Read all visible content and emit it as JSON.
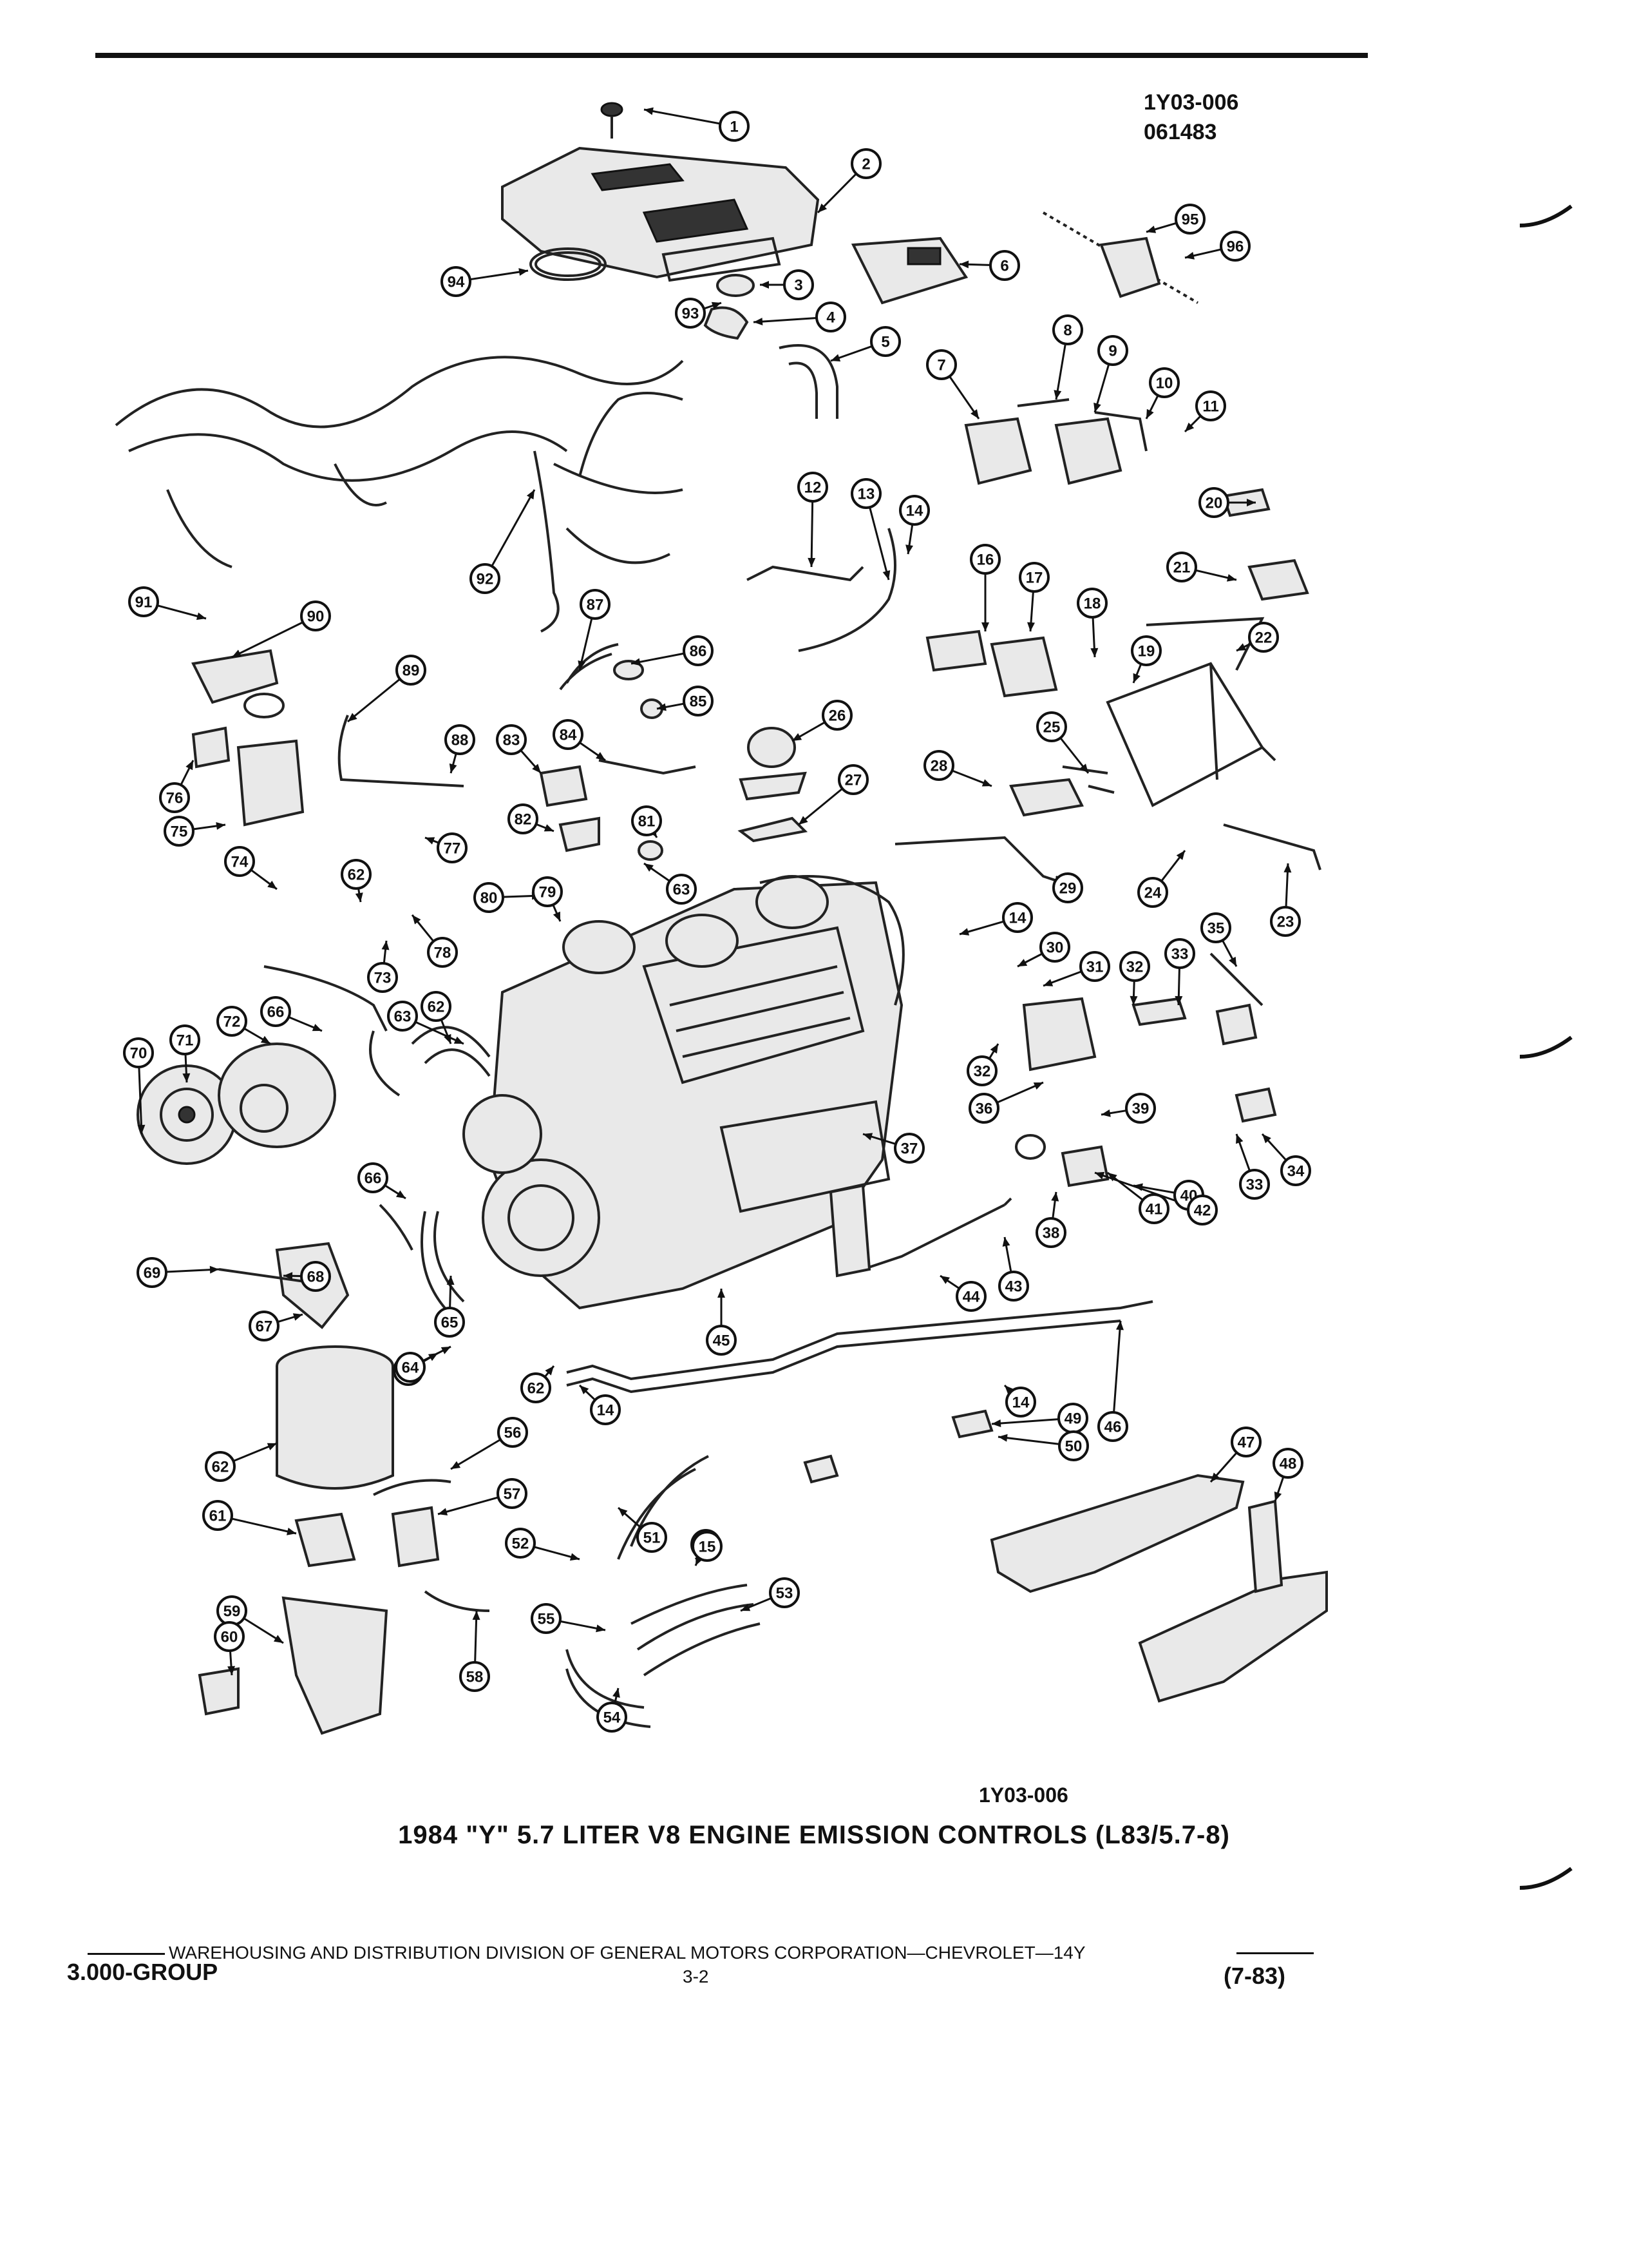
{
  "header": {
    "figure_id": "1Y03-006",
    "date_code": "061483"
  },
  "figure_id_bottom": "1Y03-006",
  "caption": "1984 \"Y\" 5.7 LITER V8 ENGINE EMISSION CONTROLS (L83/5.7-8)",
  "footer": {
    "division": "WAREHOUSING AND DISTRIBUTION  DIVISION OF GENERAL MOTORS CORPORATION—CHEVROLET—14Y",
    "group": "3.000-GROUP",
    "page": "3-2",
    "date": "(7-83)"
  },
  "callouts": [
    "1",
    "2",
    "3",
    "4",
    "5",
    "6",
    "7",
    "8",
    "9",
    "10",
    "11",
    "12",
    "13",
    "14",
    "14",
    "14",
    "14",
    "14",
    "15",
    "16",
    "17",
    "18",
    "19",
    "20",
    "21",
    "22",
    "23",
    "24",
    "25",
    "26",
    "27",
    "28",
    "29",
    "30",
    "31",
    "32",
    "32",
    "33",
    "33",
    "34",
    "35",
    "36",
    "37",
    "38",
    "39",
    "40",
    "41",
    "42",
    "43",
    "44",
    "45",
    "46",
    "47",
    "48",
    "49",
    "50",
    "51",
    "52",
    "53",
    "54",
    "55",
    "56",
    "57",
    "58",
    "59",
    "60",
    "61",
    "62",
    "62",
    "62",
    "62",
    "63",
    "63",
    "63",
    "64",
    "65",
    "66",
    "66",
    "67",
    "68",
    "69",
    "70",
    "71",
    "72",
    "73",
    "74",
    "75",
    "76",
    "77",
    "78",
    "79",
    "80",
    "81",
    "82",
    "83",
    "84",
    "85",
    "86",
    "87",
    "88",
    "89",
    "90",
    "91",
    "92",
    "93",
    "94",
    "95",
    "96"
  ]
}
